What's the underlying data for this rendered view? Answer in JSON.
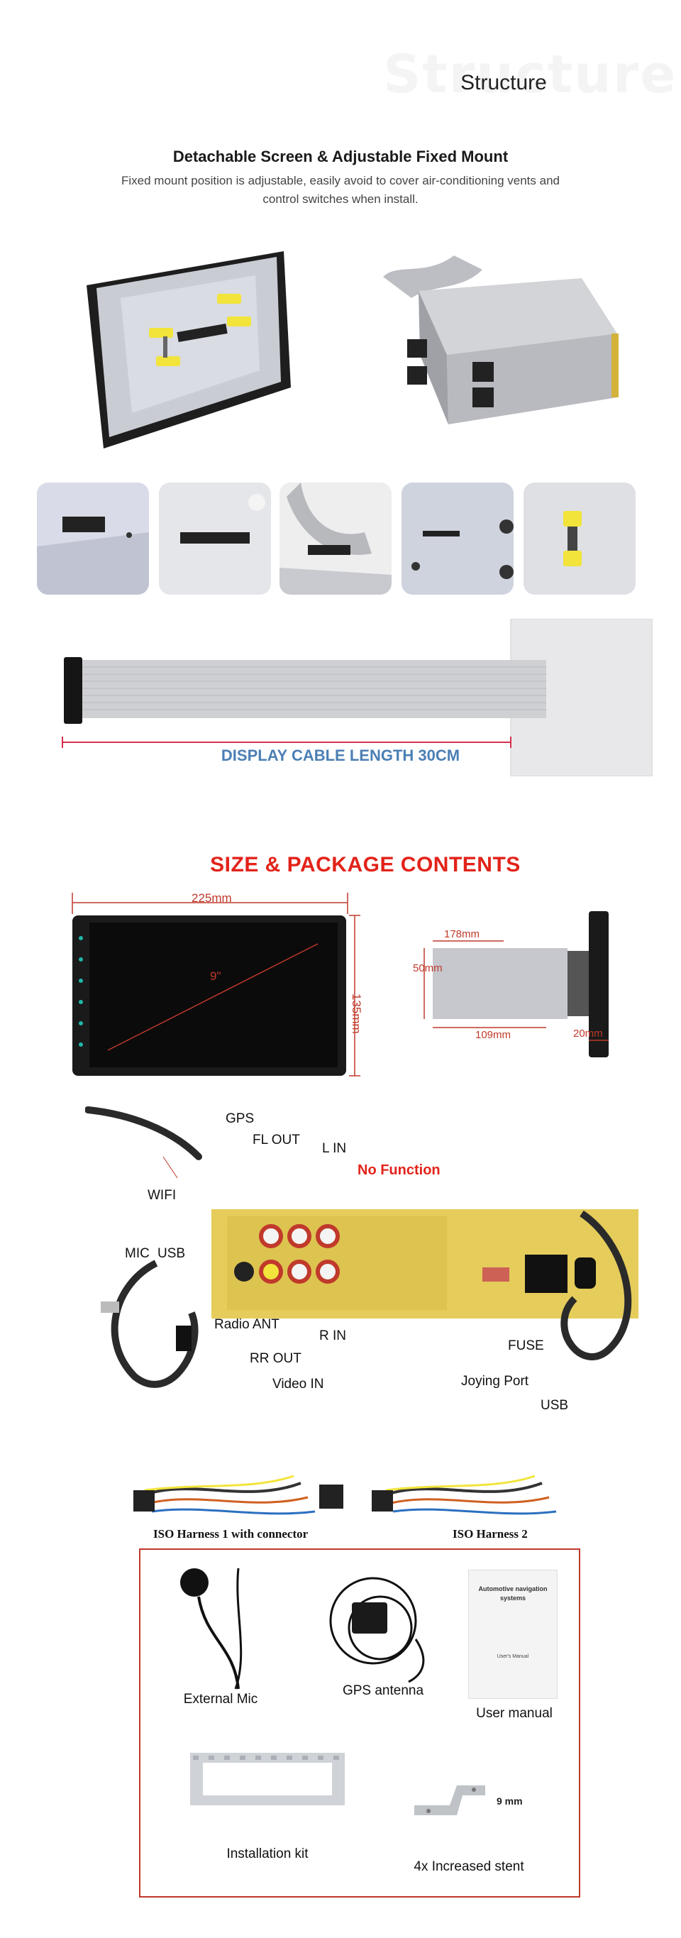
{
  "header": {
    "watermark": "Structure",
    "section_title": "Structure"
  },
  "mount": {
    "heading": "Detachable Screen & Adjustable Fixed Mount",
    "description": "Fixed mount position is adjustable, easily avoid to cover air-conditioning vents and control switches when install."
  },
  "cable": {
    "caption": "DISPLAY CABLE LENGTH 30CM"
  },
  "size": {
    "title": "SIZE & PACKAGE CONTENTS",
    "width_label": "225mm",
    "height_label": "135mm",
    "diagonal_label": "9\"",
    "depth_label": "178mm",
    "side_height_label": "50mm",
    "bottom_label": "109mm",
    "thickness_label": "20mm"
  },
  "ports": {
    "gps": "GPS",
    "fl_out": "FL OUT",
    "l_in": "L IN",
    "no_function": "No Function",
    "wifi": "WIFI",
    "mic": "MIC",
    "usb_left": "USB",
    "radio_ant": "Radio ANT",
    "r_in": "R IN",
    "rr_out": "RR OUT",
    "video_in": "Video IN",
    "fuse": "FUSE",
    "joying_port": "Joying Port",
    "usb_right": "USB"
  },
  "harness": {
    "h1": "ISO Harness 1 with connector",
    "h2": "ISO Harness 2"
  },
  "package": {
    "mic": "External Mic",
    "gps": "GPS antenna",
    "manual": "User manual",
    "manual_cover_title": "Automotive navigation systems",
    "manual_cover_sub": "User's Manual",
    "kit": "Installation kit",
    "stent": "4x Increased stent",
    "stent_dim": "9 mm"
  }
}
